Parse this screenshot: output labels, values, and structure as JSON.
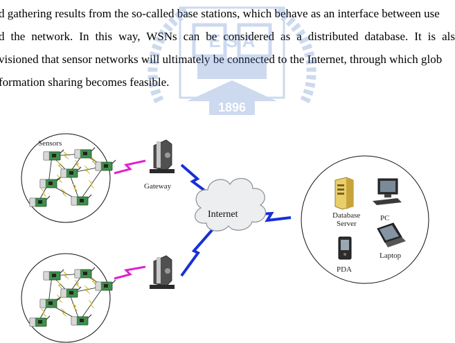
{
  "paragraph": {
    "lines": [
      "d gathering results from the so-called base stations, which behave as an interface between use",
      "d the network. In this way, WSNs can be considered as a distributed database. It is als",
      "visioned that sensor networks will ultimately be connected to the Internet, through which glob",
      "formation sharing becomes feasible."
    ]
  },
  "watermark": {
    "year": "1896",
    "letters": "E S A"
  },
  "diagram": {
    "labels": {
      "sensors": "Sensors",
      "gateway": "Gateway",
      "internet": "Internet",
      "database_server_1": "Database",
      "database_server_2": "Server",
      "pc": "PC",
      "laptop": "Laptop",
      "pda": "PDA"
    }
  },
  "colors": {
    "sensor_board": "#3f8f4a",
    "link_yellow": "#f0e020",
    "link_magenta": "#e020d0",
    "link_blue": "#1830d8",
    "watermark_blue": "#4a78c8"
  }
}
